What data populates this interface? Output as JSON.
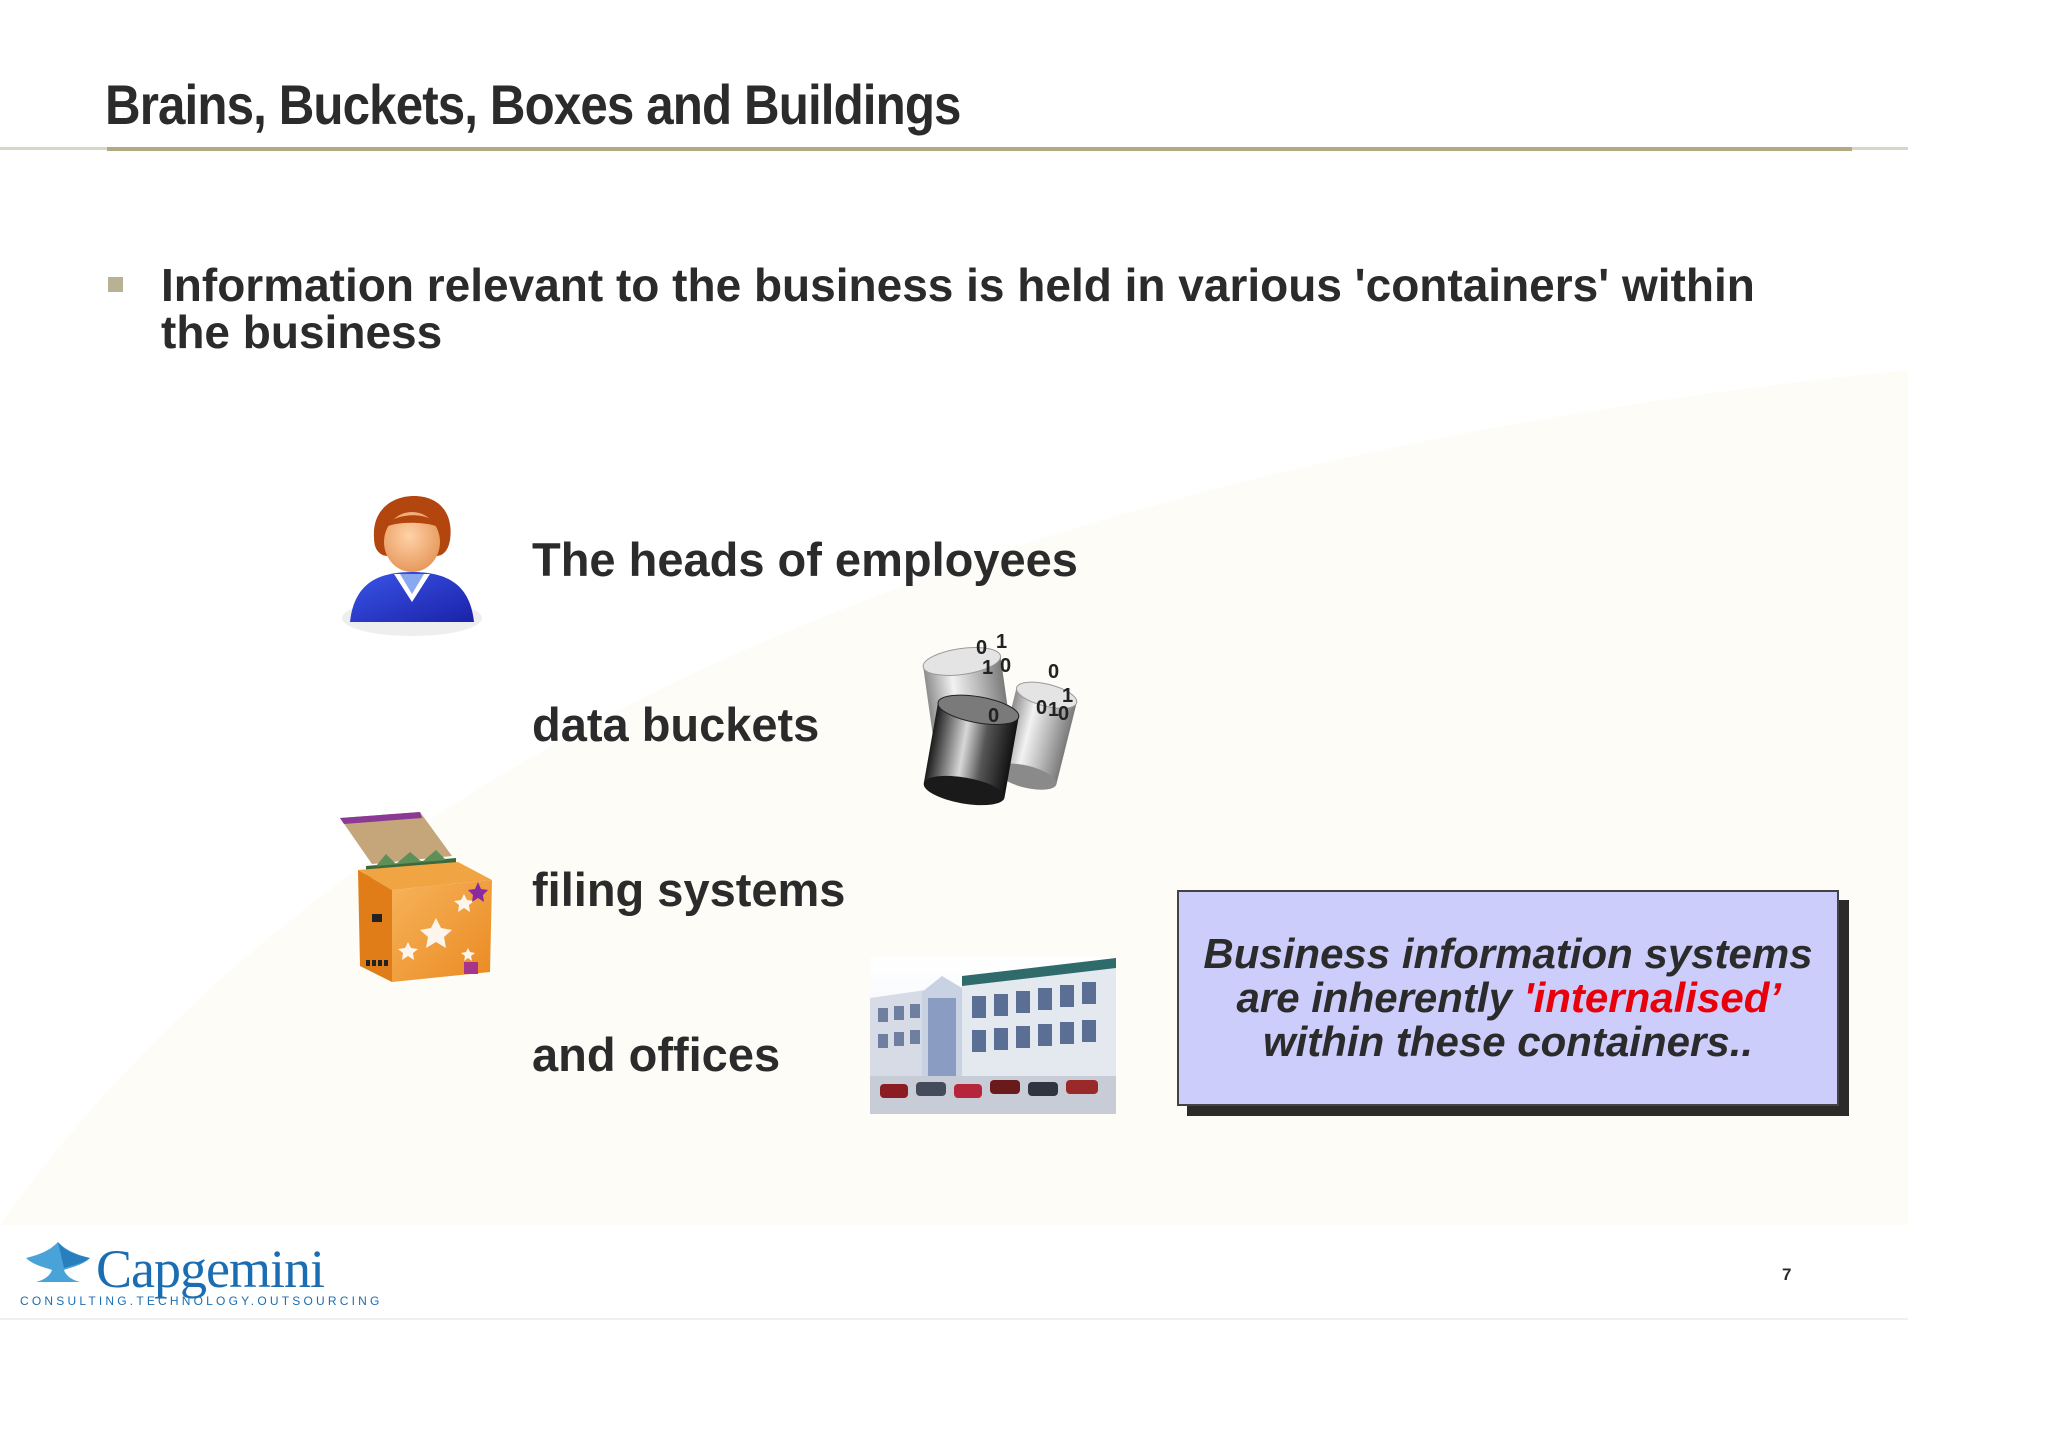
{
  "slide": {
    "title": "Brains, Buckets, Boxes and Buildings",
    "bullet": "Information relevant to the business is held in various 'containers' within the business",
    "items": [
      {
        "label": "The heads of employees",
        "icon": "person-icon"
      },
      {
        "label": "data buckets",
        "icon": "database-cylinders-icon"
      },
      {
        "label": "filing systems",
        "icon": "filing-box-icon"
      },
      {
        "label": "and offices",
        "icon": "office-building-icon"
      }
    ],
    "binary_digits": [
      "0",
      "1",
      "1",
      "0",
      "0",
      "1",
      "0",
      "1",
      "0",
      "0"
    ],
    "callout": {
      "part1": "Business information systems are inherently ",
      "highlight": "'internalised’",
      "part2": " within these containers.."
    },
    "page_number": "7"
  },
  "logo": {
    "name": "Capgemini",
    "tagline": "CONSULTING.TECHNOLOGY.OUTSOURCING"
  },
  "colors": {
    "title_rule": "#b3aa82",
    "callout_fill": "#cccdfb",
    "highlight_red": "#e8000b",
    "brand_blue": "#1b6db3"
  }
}
